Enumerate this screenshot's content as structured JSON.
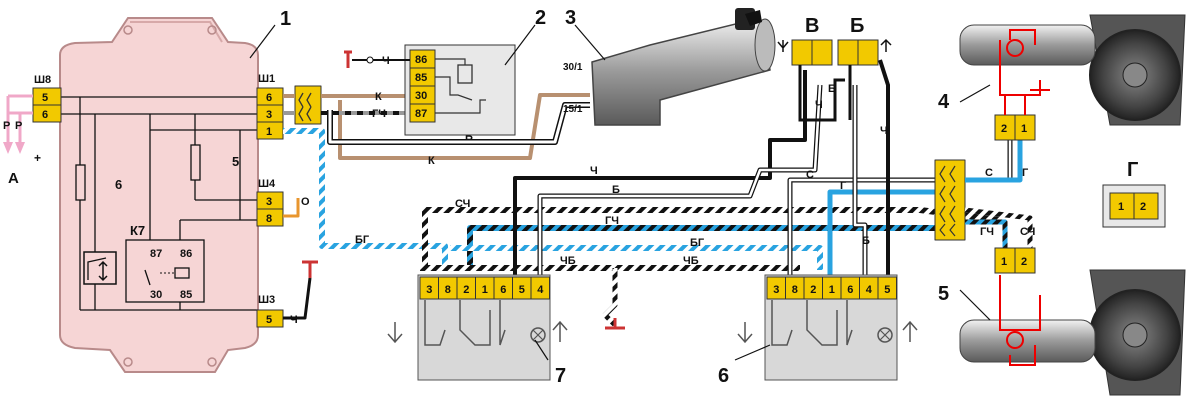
{
  "callouts": {
    "c1": "1",
    "c2": "2",
    "c3": "3",
    "c4": "4",
    "c5": "5",
    "c6": "6",
    "c7": "7",
    "cV": "В",
    "cB": "Б",
    "cG": "Г"
  },
  "unit1": {
    "sh8": "Ш8",
    "sh1": "Ш1",
    "sh4": "Ш4",
    "sh3": "Ш3",
    "pin_sh8": [
      "5",
      "6"
    ],
    "pin_sh1": [
      "6",
      "3",
      "1"
    ],
    "pin_sh4": [
      "3",
      "8"
    ],
    "pin_sh3": [
      "5"
    ],
    "fuse6": "6",
    "fuse5": "5",
    "relay_name": "К7",
    "relay_pins": [
      "87",
      "86",
      "30",
      "85"
    ]
  },
  "left_labels": {
    "A": "А",
    "P1": "Р",
    "P2": "Р",
    "plus": "+"
  },
  "relay2": {
    "pins": [
      "86",
      "85",
      "30",
      "87"
    ]
  },
  "switch3": {
    "t1": "30/1",
    "t2": "15/1"
  },
  "connG": {
    "pins": [
      "1",
      "2"
    ]
  },
  "motor4_pins": [
    "2",
    "1"
  ],
  "motor5_pins": [
    "1",
    "2"
  ],
  "switch7_pins": [
    "3",
    "8",
    "2",
    "1",
    "6",
    "5",
    "4"
  ],
  "switch6_pins": [
    "3",
    "8",
    "2",
    "1",
    "6",
    "4",
    "5"
  ],
  "wires": {
    "ch_gnd": "Ч",
    "k": "К",
    "gch": "ГЧ",
    "b1": "Б",
    "k2": "К",
    "o": "О",
    "bg": "БГ",
    "ch_sh3": "Ч",
    "ch_top": "Ч",
    "b_top": "Б",
    "sch_left": "СЧ",
    "gch_mid": "ГЧ",
    "bg_mid": "БГ",
    "chb1": "ЧБ",
    "chb2": "ЧБ",
    "s": "С",
    "g": "Г",
    "b_right": "Б",
    "v_ch": "Ч",
    "b_small": "Б",
    "ch_right": "Ч",
    "s_r": "С",
    "g_r": "Г",
    "gch_r": "ГЧ",
    "sch_r": "СЧ"
  }
}
